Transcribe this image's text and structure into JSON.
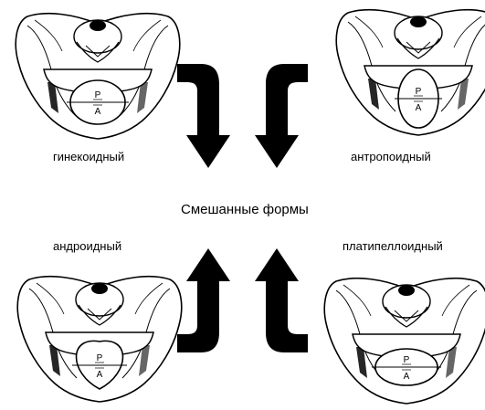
{
  "labels": {
    "top_left": "гинекоидный",
    "top_right": "антропоидный",
    "bottom_left": "андроидный",
    "bottom_right": "платипеллоидный",
    "center": "Смешанные формы"
  },
  "inlet_marks": {
    "posterior": "P",
    "anterior": "A"
  },
  "icons": [
    "pelvis-illustration",
    "curved-arrow"
  ],
  "colors": {
    "ink": "#000000",
    "background": "#ffffff"
  }
}
